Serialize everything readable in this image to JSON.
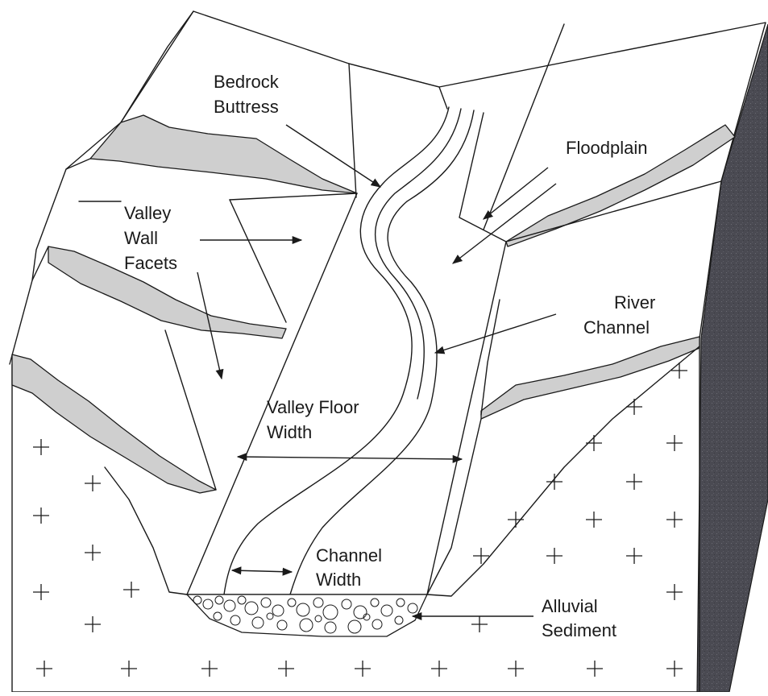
{
  "labels": {
    "bedrock_buttress": [
      "Bedrock",
      "Buttress"
    ],
    "floodplain": [
      "Floodplain"
    ],
    "valley_wall_facets": [
      "Valley",
      "Wall",
      "Facets"
    ],
    "river_channel": [
      "River",
      "Channel"
    ],
    "valley_floor_width": [
      "Valley Floor",
      "Width"
    ],
    "channel_width": [
      "Channel",
      "Width"
    ],
    "alluvial_sediment": [
      "Alluvial",
      "Sediment"
    ]
  },
  "colors": {
    "line": "#1a1a1a",
    "rock_band": "#cfcfcf",
    "cliff_shadow": "#4a4a52",
    "background": "#ffffff"
  },
  "bedrock_symbol": "plus"
}
